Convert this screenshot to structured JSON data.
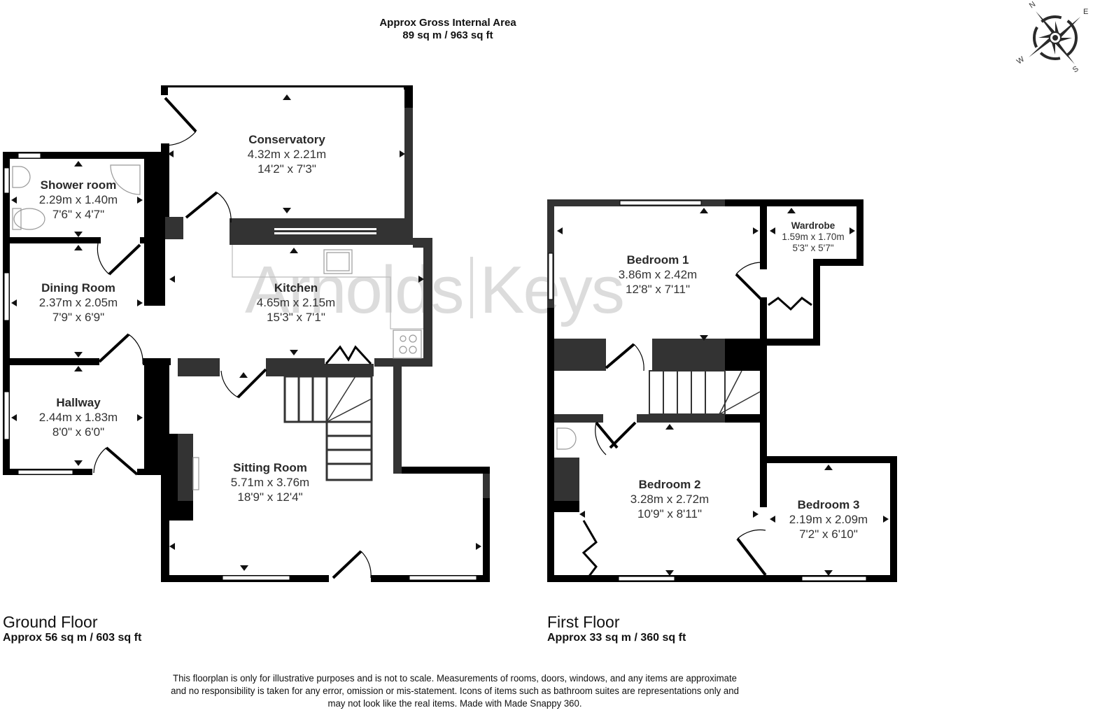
{
  "header": {
    "line1": "Approx Gross Internal Area",
    "line2": "89 sq m / 963 sq ft"
  },
  "compass": {
    "n": "N",
    "e": "E",
    "s": "S",
    "w": "W"
  },
  "watermark": {
    "left": "Arnolds",
    "right": "Keys"
  },
  "ground_floor": {
    "title": "Ground Floor",
    "area": "Approx 56 sq m / 603 sq ft",
    "rooms": {
      "conservatory": {
        "name": "Conservatory",
        "metric": "4.32m x 2.21m",
        "imperial": "14'2\" x 7'3\""
      },
      "shower_room": {
        "name": "Shower room",
        "metric": "2.29m x 1.40m",
        "imperial": "7'6\" x 4'7\""
      },
      "dining_room": {
        "name": "Dining Room",
        "metric": "2.37m x 2.05m",
        "imperial": "7'9\" x 6'9\""
      },
      "kitchen": {
        "name": "Kitchen",
        "metric": "4.65m x 2.15m",
        "imperial": "15'3\" x 7'1\""
      },
      "hallway": {
        "name": "Hallway",
        "metric": "2.44m x 1.83m",
        "imperial": "8'0\" x 6'0\""
      },
      "sitting_room": {
        "name": "Sitting Room",
        "metric": "5.71m x 3.76m",
        "imperial": "18'9\" x 12'4\""
      }
    }
  },
  "first_floor": {
    "title": "First Floor",
    "area": "Approx 33 sq m / 360 sq ft",
    "rooms": {
      "bedroom_1": {
        "name": "Bedroom 1",
        "metric": "3.86m x 2.42m",
        "imperial": "12'8\" x 7'11\""
      },
      "wardrobe": {
        "name": "Wardrobe",
        "metric": "1.59m x 1.70m",
        "imperial": "5'3\" x 5'7\""
      },
      "bedroom_2": {
        "name": "Bedroom 2",
        "metric": "3.28m x 2.72m",
        "imperial": "10'9\" x 8'11\""
      },
      "bedroom_3": {
        "name": "Bedroom 3",
        "metric": "2.19m x 2.09m",
        "imperial": "7'2\" x 6'10\""
      }
    }
  },
  "disclaimer": {
    "line1": "This floorplan is only for illustrative purposes and is not to scale. Measurements of rooms, doors, windows, and any items are approximate",
    "line2": "and no responsibility is taken for any error, omission or mis-statement. Icons of items such as bathroom suites are representations only and",
    "line3": "may not look like the real items. Made with Made Snappy 360."
  },
  "colors": {
    "wall": "#000000",
    "wall_dark": "#333333",
    "watermark": "#d6d6d6",
    "text": "#333333"
  }
}
